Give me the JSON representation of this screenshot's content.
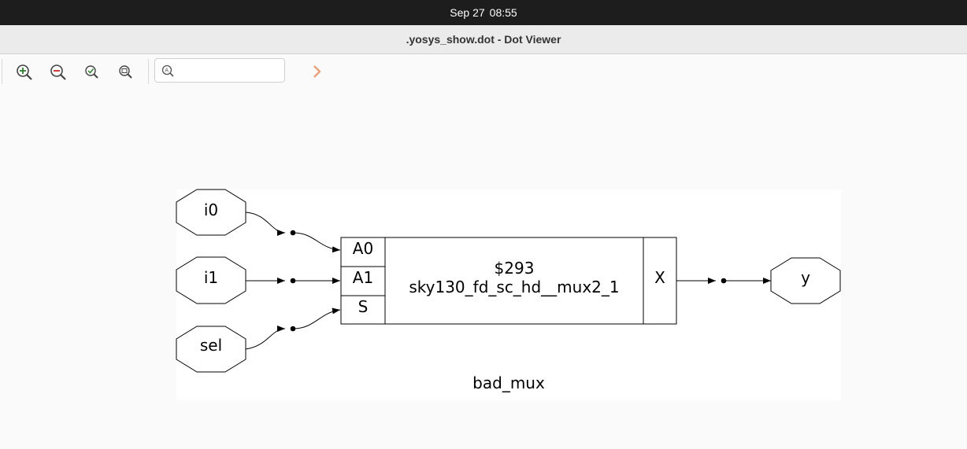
{
  "topbar": {
    "date": "Sep 27",
    "time": "08:55"
  },
  "window": {
    "title": ".yosys_show.dot - Dot Viewer"
  },
  "toolbar": {
    "zoom_in": "zoom-in-icon",
    "zoom_out": "zoom-out-icon",
    "zoom_fit": "zoom-fit-icon",
    "zoom_100": "zoom-original-icon",
    "search_placeholder": "",
    "search_value": ""
  },
  "graph": {
    "module_name": "bad_mux",
    "inputs": [
      "i0",
      "i1",
      "sel"
    ],
    "output": "y",
    "cell": {
      "id": "$293",
      "type": "sky130_fd_sc_hd__mux2_1",
      "in_ports": [
        "A0",
        "A1",
        "S"
      ],
      "out_port": "X"
    }
  },
  "colors": {
    "topbar_bg": "#1d1d1d",
    "titlebar_bg": "#ebebeb",
    "canvas_bg": "#fafafa",
    "graph_bg": "#ffffff",
    "next_arrow": "#e8a07a",
    "zoom_in_accent": "#2e7d32",
    "zoom_out_accent": "#c62828"
  }
}
